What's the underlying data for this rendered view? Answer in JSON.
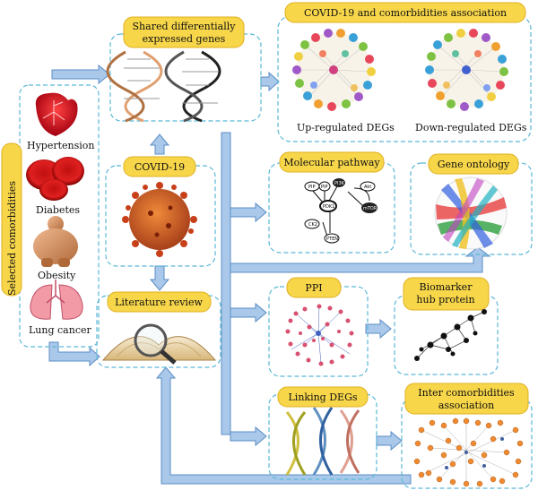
{
  "sidebar": {
    "title": "Selected comorbidities"
  },
  "comorbidities": [
    "Hypertension",
    "Diabetes",
    "Obesity",
    "Lung cancer"
  ],
  "boxes": {
    "shared": "Shared differentially expressed genes",
    "shared_line1": "Shared differentially",
    "shared_line2": "expressed genes",
    "covid": "COVID-19",
    "literature": "Literature review",
    "assoc": "COVID-19 and comorbidities association",
    "up": "Up-regulated DEGs",
    "down": "Down-regulated DEGs",
    "pathway": "Molecular pathway",
    "ontology": "Gene ontology",
    "ppi": "PPI",
    "biomarker_line1": "Biomarker",
    "biomarker_line2": "hub protein",
    "linking": "Linking DEGs",
    "inter_line1": "Inter comorbidities",
    "inter_line2": "association"
  },
  "pathway_nodes": [
    "PIP",
    "PIP",
    "PI3K",
    "Akt",
    "PDK1",
    "mTOR",
    "CK2",
    "PTEN"
  ],
  "colors": {
    "pill_fill": "#f7d64a",
    "pill_stroke": "#e0b020",
    "dash": "#5bb8d6",
    "arrow": "#8fb8e0",
    "arrow_stroke": "#5b8ec4"
  }
}
